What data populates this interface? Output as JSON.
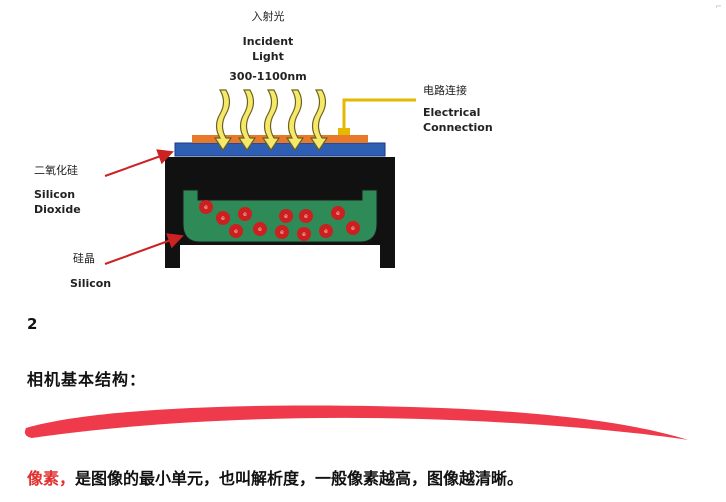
{
  "diagram": {
    "incident_light_cn": "入射光",
    "incident_light_en_1": "Incident",
    "incident_light_en_2": "Light",
    "wavelength": "300-1100nm",
    "electrical_cn": "电路连接",
    "electrical_en_1": "Electrical",
    "electrical_en_2": "Connection",
    "sio2_cn": "二氧化硅",
    "sio2_en_1": "Silicon",
    "sio2_en_2": "Dioxide",
    "si_cn": "硅晶",
    "si_en": "Silicon",
    "electron_label": "e",
    "colors": {
      "orange_layer": "#e8792a",
      "blue_layer": "#2f5fb5",
      "housing": "#111111",
      "silicon_fill": "#2e8b57",
      "electron": "#cc1f1f",
      "arrow_fill": "#f5e86a",
      "arrow_stroke": "#6b6320",
      "wire": "#e6b800",
      "pointer": "#cc2222"
    }
  },
  "section_number": "2",
  "section_title": "相机基本结构：",
  "definition": {
    "term": "像素，",
    "body": "是图像的最小单元，也叫解析度，一般像素越高，图像越清晰。"
  },
  "colors": {
    "brush_stroke": "#ee3a4a",
    "term_color": "#e03030"
  }
}
